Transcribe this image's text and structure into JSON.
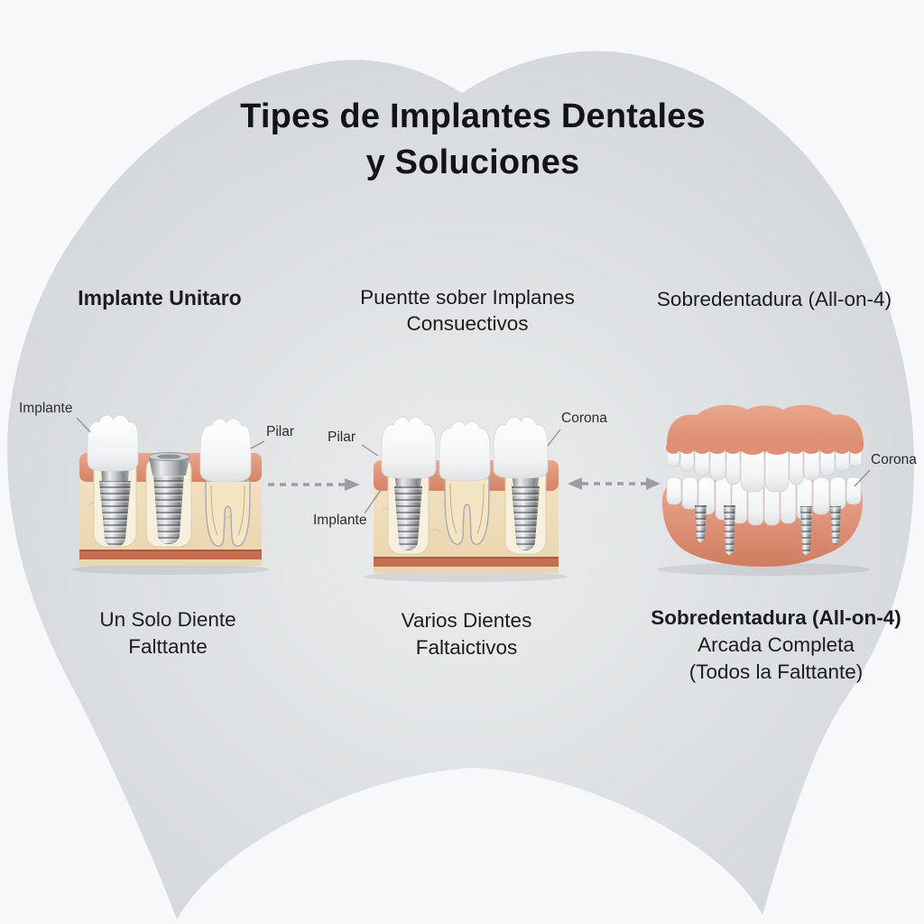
{
  "infographic": {
    "title_line1": "Tipes de Implantes Dentales",
    "title_line2": "y Soluciones"
  },
  "columns": [
    {
      "header_line1": "Implante Unitaro",
      "caption_line1": "Un Solo Diente",
      "caption_line2": "Falttante"
    },
    {
      "header_line1": "Puentte sober Implanes",
      "header_line2": "Consuectivos",
      "caption_line1": "Varios Dientes",
      "caption_line2": "Faltaictivos"
    },
    {
      "header_line1": "Sobredentadura (All-on-4)",
      "caption_line1": "Sobredentadura (All-on-4)",
      "caption_line2": "Arcada Completa",
      "caption_line3": "(Todos la Falttante)"
    }
  ],
  "labels": {
    "col1_implante": "Implante",
    "col1_pilar": "Pilar",
    "col2_pilar": "Pilar",
    "col2_corona": "Corona",
    "col2_implante": "Implante",
    "col3_corona": "Corona"
  },
  "colors": {
    "page_background": "#f7f8f9",
    "tooth_shape_gray": "#d6d9db",
    "gum_salmon": "#dd9077",
    "gum_base_band": "#c46f52",
    "bone_beige": "#efdfbd",
    "socket_cream": "#f8f0df",
    "implant_metal": "#a8acae",
    "crown_white": "#fbfcfc",
    "arrow_gray": "#9b9ea1",
    "leader_line_gray": "#8f9294",
    "text_dark": "#1b1c1e"
  }
}
